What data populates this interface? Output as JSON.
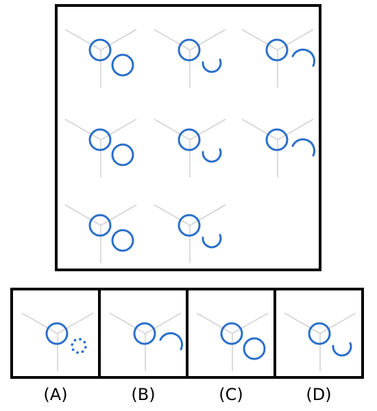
{
  "colors": {
    "shape": "#2a6fc9",
    "guide_lines": "#d3d3d3",
    "border": "#000000",
    "background": "#ffffff"
  },
  "puzzle": {
    "rows": [
      [
        "two-circles",
        "circle-with-bottom-arc",
        "circle-with-top-arc"
      ],
      [
        "two-circles",
        "circle-with-bottom-arc",
        "circle-with-top-arc"
      ],
      [
        "two-circles",
        "circle-with-bottom-arc",
        "missing"
      ]
    ]
  },
  "options": [
    {
      "label": "(A)",
      "figure": "circle-with-dotted-ring"
    },
    {
      "label": "(B)",
      "figure": "circle-with-top-arc"
    },
    {
      "label": "(C)",
      "figure": "two-circles"
    },
    {
      "label": "(D)",
      "figure": "circle-with-bottom-arc"
    }
  ]
}
